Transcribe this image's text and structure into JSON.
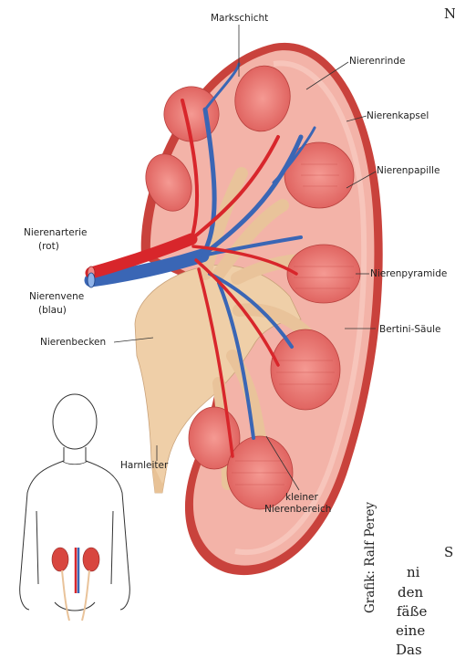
{
  "labels": {
    "markschicht": "Markschicht",
    "nierenrinde": "Nierenrinde",
    "nierenkapsel": "Nierenkapsel",
    "nierenpapille": "Nierenpapille",
    "nierenarterie": "Nierenarterie",
    "nierenarterie_note": "(rot)",
    "nierenvene": "Nierenvene",
    "nierenvene_note": "(blau)",
    "nierenpyramide": "Nierenpyramide",
    "bertini": "Bertini-Säule",
    "nierenbecken": "Nierenbecken",
    "harnleiter": "Harnleiter",
    "kleiner_1": "kleiner",
    "kleiner_2": "Nierenbereich"
  },
  "credit": "Grafik: Ralf Perey",
  "text_fragments": [
    "N",
    "S",
    "ni",
    "den",
    "fäße",
    "eine",
    "Das"
  ],
  "colors": {
    "capsule": "#c9423c",
    "cortex": "#f3b3a8",
    "pyramid": "#e9706c",
    "pelvis": "#efcfa8",
    "artery": "#d8262b",
    "vein": "#3a66b5"
  }
}
